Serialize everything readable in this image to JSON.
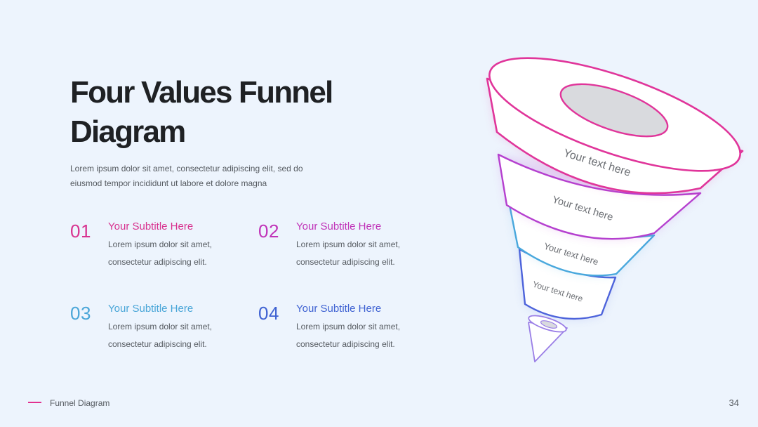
{
  "slide": {
    "title": "Four Values Funnel Diagram",
    "intro": "Lorem ipsum dolor sit amet, consectetur adipiscing elit, sed do eiusmod tempor incididunt ut labore et dolore magna",
    "items": [
      {
        "number": "01",
        "subtitle": "Your Subtitle Here",
        "body": "Lorem ipsum dolor sit amet, consectetur adipiscing elit.",
        "color": "#d8328f"
      },
      {
        "number": "02",
        "subtitle": "Your Subtitle Here",
        "body": "Lorem ipsum dolor sit amet, consectetur adipiscing elit.",
        "color": "#c033b8"
      },
      {
        "number": "03",
        "subtitle": "Your Subtitle Here",
        "body": "Lorem ipsum dolor sit amet, consectetur adipiscing elit.",
        "color": "#4aa6d8"
      },
      {
        "number": "04",
        "subtitle": "Your Subtitle Here",
        "body": "Lorem ipsum dolor sit amet, consectetur adipiscing elit.",
        "color": "#3f62d2"
      }
    ]
  },
  "funnel": {
    "levels": [
      {
        "label": "Your text here",
        "color": "#e0359a"
      },
      {
        "label": "Your text here",
        "color": "#b540cf"
      },
      {
        "label": "Your text here",
        "color": "#49a8dd"
      },
      {
        "label": "Your text here",
        "color": "#4d63db"
      }
    ],
    "tip_color": "#9a7ee6"
  },
  "footer": {
    "label": "Funnel Diagram",
    "page_number": "34"
  }
}
